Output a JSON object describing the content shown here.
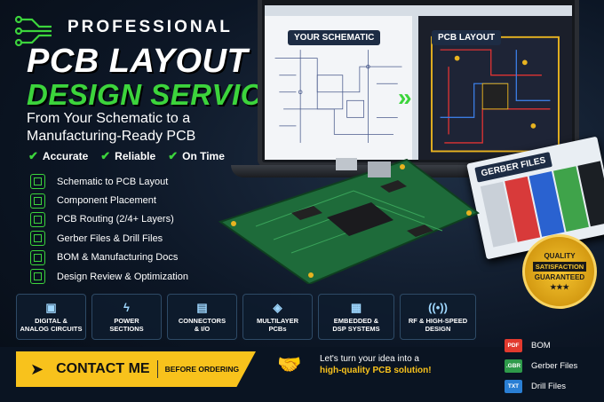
{
  "header": {
    "professional": "PROFESSIONAL",
    "title_line1": "PCB LAYOUT",
    "title_line2": "DESIGN SERVICE",
    "subtitle_line1": "From Your Schematic to a",
    "subtitle_line2": "Manufacturing-Ready PCB"
  },
  "checks": [
    "Accurate",
    "Reliable",
    "On Time"
  ],
  "features": [
    {
      "icon": "schematic-icon",
      "label": "Schematic to PCB Layout"
    },
    {
      "icon": "component-icon",
      "label": "Component Placement"
    },
    {
      "icon": "routing-icon",
      "label": "PCB Routing (2/4+ Layers)"
    },
    {
      "icon": "file-icon",
      "label": "Gerber Files & Drill Files"
    },
    {
      "icon": "clipboard-icon",
      "label": "BOM & Manufacturing Docs"
    },
    {
      "icon": "gear-icon",
      "label": "Design Review & Optimization"
    }
  ],
  "laptop": {
    "left_tab": "YOUR SCHEMATIC",
    "right_tab": "PCB LAYOUT"
  },
  "gerber_label": "GERBER FILES",
  "seal": {
    "line1": "QUALITY",
    "line2": "SATISFACTION",
    "line3": "GUARANTEED",
    "stars": "★★★"
  },
  "categories": [
    {
      "icon": "chip-icon",
      "glyph": "▣",
      "line1": "DIGITAL &",
      "line2": "ANALOG CIRCUITS"
    },
    {
      "icon": "lightning-icon",
      "glyph": "ϟ",
      "line1": "POWER",
      "line2": "SECTIONS"
    },
    {
      "icon": "connector-icon",
      "glyph": "▤",
      "line1": "CONNECTORS",
      "line2": "& I/O"
    },
    {
      "icon": "layers-icon",
      "glyph": "◈",
      "line1": "MULTILAYER",
      "line2": "PCBs"
    },
    {
      "icon": "processor-icon",
      "glyph": "▦",
      "line1": "EMBEDDED &",
      "line2": "DSP SYSTEMS"
    },
    {
      "icon": "antenna-icon",
      "glyph": "((•))",
      "line1": "RF & HIGH-SPEED",
      "line2": "DESIGN"
    }
  ],
  "contact": {
    "main": "CONTACT ME",
    "sub": "BEFORE ORDERING"
  },
  "tagline": {
    "line1": "Let's turn your idea into a",
    "line2": "high-quality PCB solution!"
  },
  "files": [
    {
      "badge": "PDF",
      "label": "BOM",
      "color": "#e23a2e"
    },
    {
      "badge": ".GBR",
      "label": "Gerber Files",
      "color": "#2e9a4a"
    },
    {
      "badge": "TXT",
      "label": "Drill Files",
      "color": "#2a7fd4"
    }
  ]
}
